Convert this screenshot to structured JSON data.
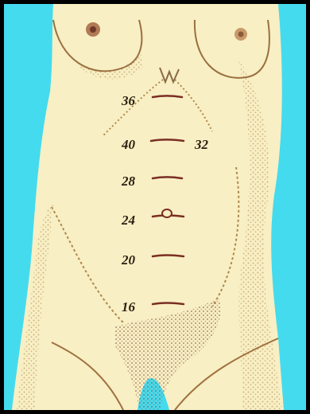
{
  "figure": {
    "colors": {
      "background": "#45dbee",
      "skin": "#f8efc4",
      "shading": "#c9a86a",
      "shading_dark": "#8a5a3a",
      "fundal_line": "#7a2f22",
      "label": "#2a1f10"
    },
    "labels": {
      "w36": "36",
      "w40": "40",
      "w32": "32",
      "w28": "28",
      "w24": "24",
      "w20": "20",
      "w16": "16"
    }
  }
}
